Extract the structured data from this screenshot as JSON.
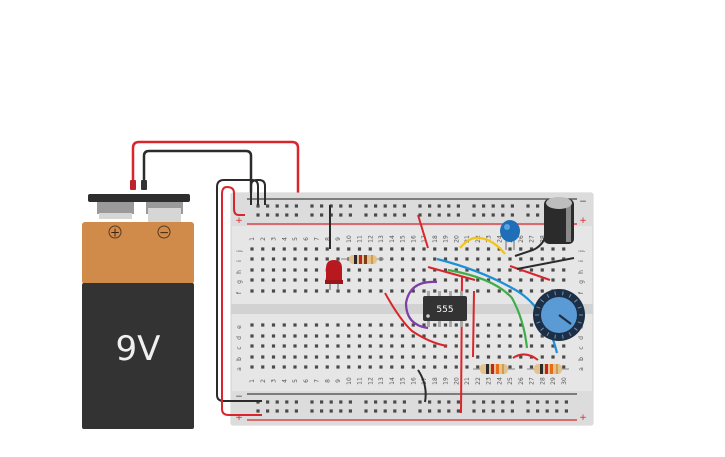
{
  "battery": {
    "label": "9V",
    "positive_symbol": "+",
    "negative_symbol": "−",
    "colors": {
      "top": "#d08a4a",
      "body": "#333333",
      "label": "#f0f0f0"
    }
  },
  "breadboard": {
    "columns": [
      "1",
      "2",
      "3",
      "4",
      "5",
      "6",
      "7",
      "8",
      "9",
      "10",
      "11",
      "12",
      "13",
      "14",
      "15",
      "16",
      "17",
      "18",
      "19",
      "20",
      "21",
      "22",
      "23",
      "24",
      "25",
      "26",
      "27",
      "28",
      "29",
      "30"
    ],
    "rows_top": [
      "j",
      "i",
      "h",
      "g",
      "f"
    ],
    "rows_bottom": [
      "e",
      "d",
      "c",
      "b",
      "a"
    ],
    "rail_positive": "+",
    "rail_negative": "−",
    "colors": {
      "board": "#e6e6e6",
      "rail_red": "#d9262c",
      "rail_black": "#444444"
    }
  },
  "ic": {
    "label": "555",
    "colors": {
      "body": "#333333",
      "text": "#ffffff"
    }
  },
  "wire_colors": {
    "red": "#d9262c",
    "black": "#2b2b2b",
    "yellow": "#f2c418",
    "blue": "#1f8fd6",
    "green": "#3fae49",
    "purple": "#7e3fa8"
  }
}
